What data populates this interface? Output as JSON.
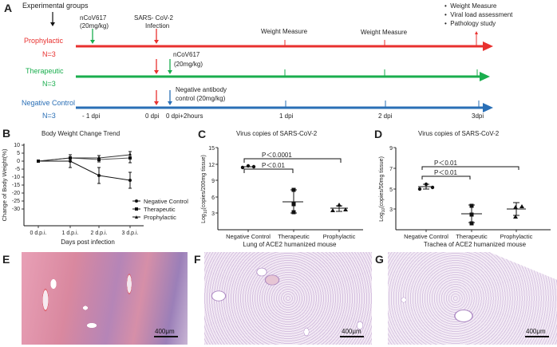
{
  "panelA": {
    "letter": "A",
    "groups_label": "Experimental groups",
    "groups": [
      {
        "name": "Prophylactic",
        "n": "N=3",
        "color": "#e8312f"
      },
      {
        "name": "Therapeutic",
        "n": "N=3",
        "color": "#1aae4e"
      },
      {
        "name": "Negative Control",
        "n": "N=3",
        "color": "#2a6fb6"
      }
    ],
    "annotations": {
      "prophylactic_dose": "nCoV617",
      "prophylactic_dose2": "(20mg/kg)",
      "infection": "SARS- CoV-2",
      "infection2": "Infection",
      "therapeutic_dose": "nCoV617",
      "therapeutic_dose2": "(20mg/kg)",
      "negative_dose": "Negative antibody",
      "negative_dose2": "control (20mg/kg)",
      "weight1": "Weight Measure",
      "weight2": "Weight Measure",
      "endpoints": [
        "Weight Measure",
        "Viral  load  assessment",
        "Pathology study"
      ]
    },
    "timepoints": [
      "- 1 dpi",
      "0 dpi",
      "0 dpi+2hours",
      "1 dpi",
      "2 dpi",
      "3dpi"
    ]
  },
  "chart_data": [
    {
      "panel": "B",
      "type": "line",
      "title": "Body Weight Change Trend",
      "xlabel": "Days post infection",
      "ylabel": "Change of Body Weight(%)",
      "categories": [
        "0 d.p.i.",
        "1 d.p.i.",
        "2 d.p.i.",
        "3 d.p.i."
      ],
      "yticks": [
        10,
        5,
        0,
        -5,
        -10,
        -15,
        -20,
        -25,
        -30
      ],
      "ylim": [
        -35,
        10
      ],
      "series": [
        {
          "name": "Negative Control",
          "marker": "circle",
          "values": [
            0,
            0,
            -9,
            -12
          ],
          "errors": [
            0,
            4,
            5,
            5
          ]
        },
        {
          "name": "Therapeutic",
          "marker": "square",
          "values": [
            0,
            2,
            1,
            2
          ],
          "errors": [
            0,
            2,
            1.5,
            3
          ]
        },
        {
          "name": "Prophylactic",
          "marker": "triangle",
          "values": [
            0,
            2,
            2,
            4
          ],
          "errors": [
            0,
            2,
            1,
            2
          ]
        }
      ],
      "legend_position": "right-bottom"
    },
    {
      "panel": "C",
      "type": "scatter",
      "title": "Virus copies of SARS-CoV-2",
      "xlabel": "Lung of ACE2 humanized mouse",
      "ylabel": "Log10(copies/200mg tissue)",
      "categories": [
        "Negative Control",
        "Therapeutic",
        "Prophylactic"
      ],
      "yticks": [
        3,
        6,
        9,
        12,
        15
      ],
      "ylim": [
        0,
        15
      ],
      "series": [
        {
          "name": "Negative Control",
          "marker": "circle",
          "points": [
            11.4,
            11.6,
            11.5
          ],
          "mean": 11.5,
          "sd": 0.1
        },
        {
          "name": "Therapeutic",
          "marker": "square",
          "points": [
            7.4,
            4.7,
            3.3
          ],
          "mean": 5.1,
          "sd": 2.1
        },
        {
          "name": "Prophylactic",
          "marker": "triangle",
          "points": [
            4.5,
            3.5,
            3.8
          ],
          "mean": 3.9,
          "sd": 0.5
        }
      ],
      "significance": [
        {
          "label": "P＜0.0001",
          "from": "Negative Control",
          "to": "Prophylactic"
        },
        {
          "label": "P＜0.01",
          "from": "Negative Control",
          "to": "Therapeutic"
        }
      ]
    },
    {
      "panel": "D",
      "type": "scatter",
      "title": "Virus copies of SARS-CoV-2",
      "xlabel": "Trachea of ACE2 humanized mouse",
      "ylabel": "Log10(copies/50mg tissue)",
      "categories": [
        "Negative Control",
        "Therapeutic",
        "Prophylactic"
      ],
      "yticks": [
        3,
        5,
        7,
        9
      ],
      "ylim": [
        1,
        9
      ],
      "series": [
        {
          "name": "Negative Control",
          "marker": "circle",
          "points": [
            5.5,
            6.0,
            5.7
          ],
          "mean": 5.7,
          "sd": 0.2
        },
        {
          "name": "Therapeutic",
          "marker": "square",
          "points": [
            3.7,
            2.8,
            1.8
          ],
          "mean": 2.7,
          "sd": 0.9
        },
        {
          "name": "Prophylactic",
          "marker": "triangle",
          "points": [
            3.6,
            3.6,
            2.6
          ],
          "mean": 3.3,
          "sd": 0.6
        }
      ],
      "significance": [
        {
          "label": "P＜0.01",
          "from": "Negative Control",
          "to": "Prophylactic"
        },
        {
          "label": "P＜0.01",
          "from": "Negative Control",
          "to": "Therapeutic"
        }
      ]
    }
  ],
  "panelB": {
    "letter": "B",
    "title": "Body Weight Change Trend",
    "ylabel": "Change of Body Weight(%)",
    "xlabel": "Days post infection",
    "legend": [
      "Negative Control",
      "Therapeutic",
      "Prophylactic"
    ]
  },
  "panelC": {
    "letter": "C",
    "title": "Virus copies of SARS-CoV-2",
    "xlabel": "Lung of ACE2 humanized mouse",
    "p1": "P＜0.0001",
    "p2": "P＜0.01"
  },
  "panelD": {
    "letter": "D",
    "title": "Virus copies of SARS-CoV-2",
    "xlabel": "Trachea of ACE2 humanized mouse",
    "p1": "P＜0.01",
    "p2": "P＜0.01"
  },
  "histology": [
    {
      "letter": "E",
      "scale": "400μm"
    },
    {
      "letter": "F",
      "scale": "400μm"
    },
    {
      "letter": "G",
      "scale": "400μm"
    }
  ]
}
